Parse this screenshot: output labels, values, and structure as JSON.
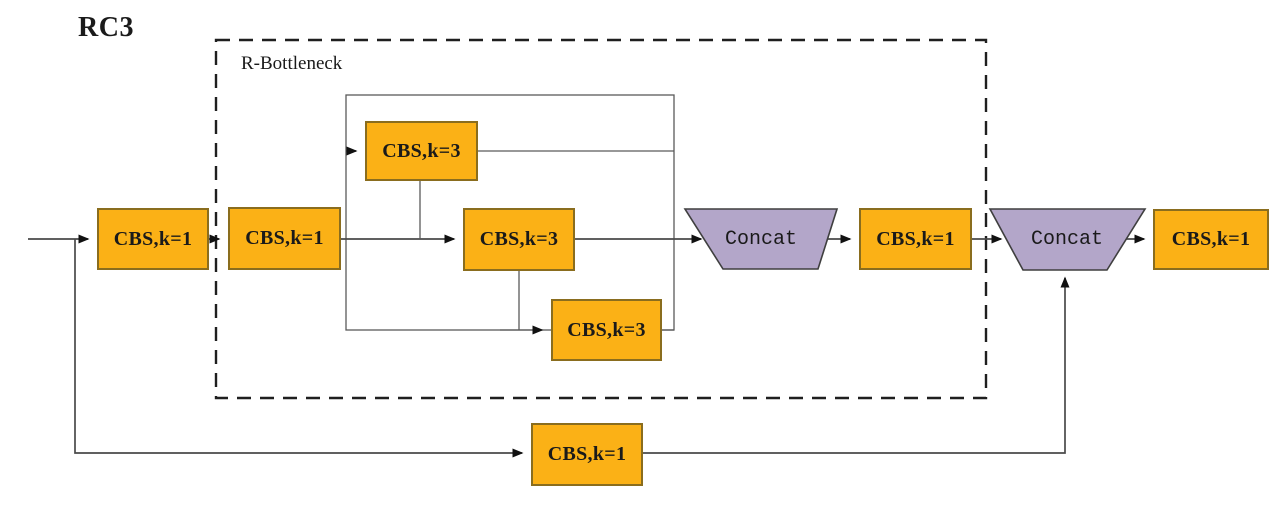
{
  "title": "RC3",
  "group_label": "R-Bottleneck",
  "nodes": [
    {
      "id": "cbs-input-1",
      "label": "CBS,k=1"
    },
    {
      "id": "cbs-input-2",
      "label": "CBS,k=1"
    },
    {
      "id": "cbs-k3-top",
      "label": "CBS,k=3"
    },
    {
      "id": "cbs-k3-middle",
      "label": "CBS,k=3"
    },
    {
      "id": "cbs-k3-bottom",
      "label": "CBS,k=3"
    },
    {
      "id": "concat-1",
      "label": "Concat"
    },
    {
      "id": "cbs-after-concat1",
      "label": "CBS,k=1"
    },
    {
      "id": "concat-2",
      "label": "Concat"
    },
    {
      "id": "cbs-output",
      "label": "CBS,k=1"
    },
    {
      "id": "cbs-shortcut",
      "label": "CBS,k=1"
    }
  ],
  "colors": {
    "block_fill": "#FBB116",
    "block_border": "#8A6D1E",
    "concat_fill": "#B3A6C9",
    "concat_border": "#3F3F3F",
    "line": "#4A4A4A",
    "arrow": "#111111",
    "dash_border": "#1F1F1F",
    "text": "#1A1A1A",
    "background": "#FFFFFF"
  }
}
